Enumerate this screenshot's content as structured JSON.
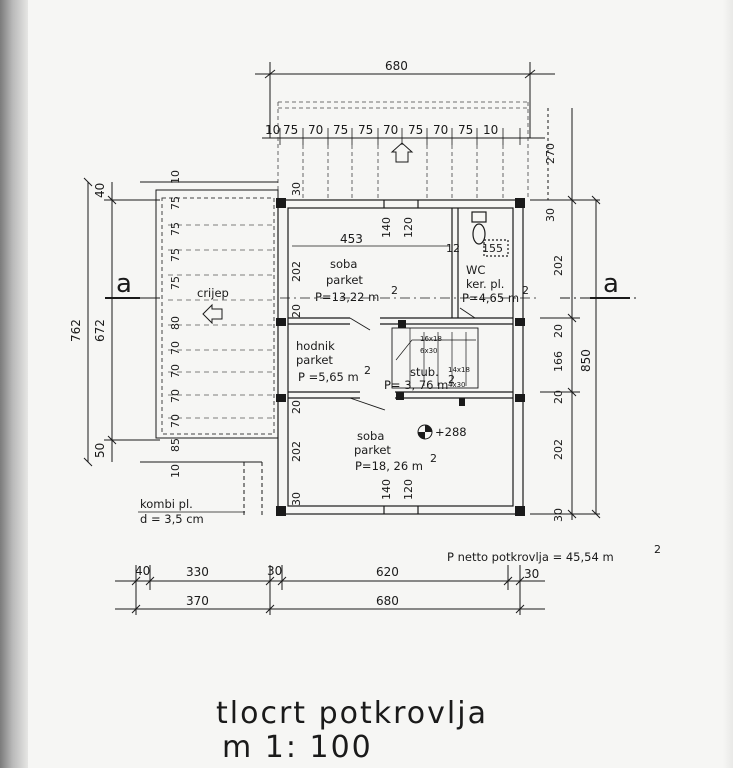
{
  "drawing": {
    "top_dims": {
      "overall": "680",
      "segments": [
        "10",
        "75",
        "70",
        "75",
        "75",
        "70",
        "75",
        "70",
        "75",
        "10"
      ]
    },
    "left_dims": {
      "outer": "762",
      "inner": "672",
      "top": "40",
      "bottom": "50",
      "roof_small": [
        "10",
        "75",
        "75",
        "75",
        "75",
        "80",
        "70",
        "70",
        "70",
        "70",
        "85",
        "10"
      ]
    },
    "right_dims": {
      "top": "270",
      "wc_wall": "30",
      "room1": "202",
      "wall2": "20",
      "corridor": "166",
      "wall3": "20",
      "room2": "202",
      "bottom_wall": "30",
      "total": "850"
    },
    "bottom_dims": {
      "row1": [
        "40",
        "330",
        "30",
        "620",
        "30"
      ],
      "row2": [
        "370",
        "680"
      ]
    },
    "section_marker": "a",
    "rooms": {
      "soba1": {
        "name": "soba",
        "floor": "parket",
        "area": "P=13,22 m",
        "sup": "2"
      },
      "wc": {
        "name": "WC",
        "floor": "ker. pl.",
        "area": "P=4,65 m",
        "sup": "2"
      },
      "hodnik": {
        "name": "hodnik",
        "floor": "parket",
        "area": "P =5,65 m",
        "sup": "2"
      },
      "stub": {
        "name": "stub.",
        "area": "P= 3, 76 m",
        "sup": "2"
      },
      "soba2": {
        "name": "soba",
        "floor": "parket",
        "area": "P=18, 26 m",
        "sup": "2"
      }
    },
    "inner_dims": {
      "room_width": "453",
      "window_top": "140",
      "window_top_h": "120",
      "window_bottom": "140",
      "window_bottom_h": "120",
      "wall_left": "30",
      "wc_width": "155",
      "wc_gap": "12",
      "left_room1": "202",
      "left_wall": "20",
      "left_room2": "202",
      "left_wall2": "20",
      "left_bottom": "30"
    },
    "stair_labels": [
      "16x18",
      "6x30",
      "14x18",
      "4x30"
    ],
    "level": "+288",
    "roof_label": "crijep",
    "roof_note": {
      "line1": "kombi pl.",
      "line2": "d = 3,5 cm"
    },
    "netto": "P netto potkrovlja = 45,54 m",
    "netto_sup": "2"
  },
  "title": {
    "line1": "tlocrt   potkrovlja",
    "line2": "m   1: 100"
  }
}
